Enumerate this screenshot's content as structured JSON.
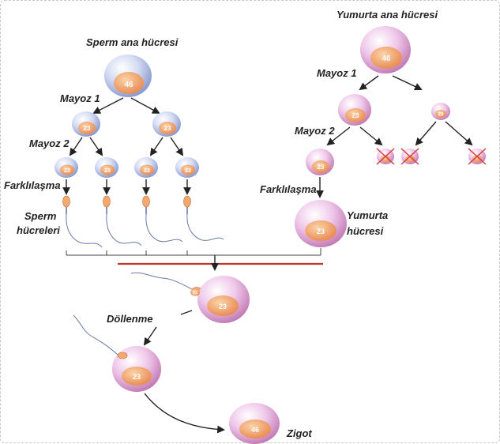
{
  "labels": {
    "sperm_mother": "Sperm ana hücresi",
    "egg_mother": "Yumurta ana hücresi",
    "meiosis1_left": "Mayoz 1",
    "meiosis1_right": "Mayoz 1",
    "meiosis2_left": "Mayoz 2",
    "meiosis2_right": "Mayoz 2",
    "differentiation_left": "Farklılaşma",
    "differentiation_right": "Farklılaşma",
    "sperm_cells_line1": "Sperm",
    "sperm_cells_line2": "hücreleri",
    "egg_cell_line1": "Yumurta",
    "egg_cell_line2": "hücresi",
    "fertilization": "Döllenme",
    "zygote": "Zigot"
  },
  "chromosome_numbers": {
    "diploid": "46",
    "haploid": "23"
  },
  "colors": {
    "sperm_cell": "#c9d3f0",
    "egg_cell": "#e7b3dc",
    "nucleus": "#f1a068",
    "join_line": "#c0392b",
    "arrow": "#222222",
    "cross_mark": "#d93a3a"
  }
}
